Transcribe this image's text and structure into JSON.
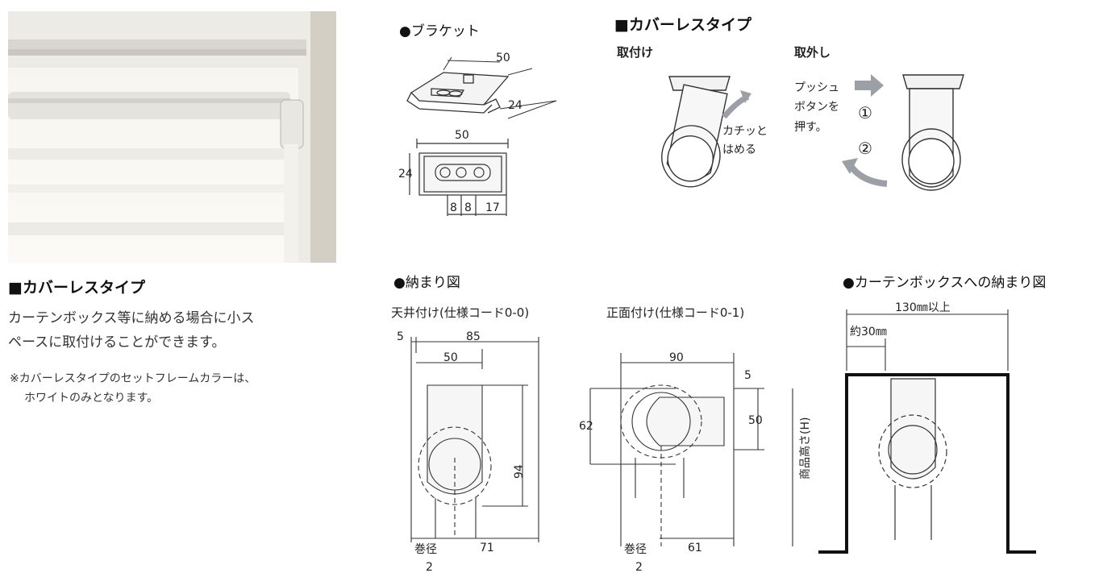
{
  "photo": {
    "description_icon": "blind-photo"
  },
  "left": {
    "title": "■カバーレスタイプ",
    "body_line1": "カーテンボックス等に納める場合に小ス",
    "body_line2": "ペースに取付けることができます。",
    "note_line1": "※カバーレスタイプのセットフレームカラーは、",
    "note_line2": "ホワイトのみとなります。"
  },
  "bracket": {
    "title": "●ブラケット",
    "dim_width_top": "50",
    "dim_depth": "24",
    "dim_width_plan": "50",
    "dim_height_plan": "24",
    "dim_a": "8",
    "dim_b": "8",
    "dim_c": "17"
  },
  "coverless": {
    "title": "■カバーレスタイプ",
    "attach_label": "取付け",
    "remove_label": "取外し",
    "click_line1": "カチッと",
    "click_line2": "はめる",
    "push_line1": "プッシュ",
    "push_line2": "ボタンを",
    "push_line3": "押す。",
    "step1": "①",
    "step2": "②"
  },
  "fit": {
    "title": "●納まり図",
    "ceiling_caption": "天井付け(仕様コード0-0)",
    "front_caption": "正面付け(仕様コード0-1)",
    "c_dim_5": "5",
    "c_dim_85": "85",
    "c_dim_50": "50",
    "c_dim_94": "94",
    "c_dim_71": "71",
    "c_roll_line1": "巻径",
    "c_roll_line2": "2",
    "f_dim_90": "90",
    "f_dim_5": "5",
    "f_dim_62": "62",
    "f_dim_50": "50",
    "f_dim_61": "61",
    "f_height_label": "商品高さ(H)",
    "f_roll_line1": "巻径",
    "f_roll_line2": "2"
  },
  "box": {
    "title": "●カーテンボックスへの納まり図",
    "dim_130": "130㎜以上",
    "dim_30": "約30㎜"
  }
}
